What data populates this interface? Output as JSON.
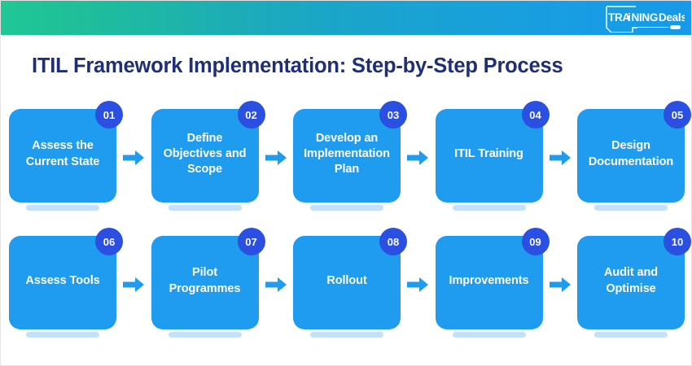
{
  "header": {
    "gradient_from": "#20c795",
    "gradient_to": "#169ae9",
    "logo": {
      "icon_name": "training-deals-logo",
      "text_bold": "TRAiNING",
      "text_light": "Deals",
      "color": "#ffffff"
    }
  },
  "title": {
    "text": "ITIL Framework Implementation: Step-by-Step Process",
    "color": "#1f2f77"
  },
  "theme": {
    "card_bg": "#1f9bef",
    "badge_bg": "#2b4fe0",
    "card_text": "#ffffff",
    "shadow_bar": "#c3e1fa",
    "arrow_color": "#1f9bef",
    "page_bg": "#ffffff"
  },
  "process": {
    "arrow_icon_name": "arrow-right-icon",
    "rows": [
      {
        "steps": [
          {
            "number": "01",
            "label": "Assess the Current State"
          },
          {
            "number": "02",
            "label": "Define Objectives and Scope"
          },
          {
            "number": "03",
            "label": "Develop an Implementation Plan"
          },
          {
            "number": "04",
            "label": "ITIL Training"
          },
          {
            "number": "05",
            "label": "Design Documentation"
          }
        ]
      },
      {
        "steps": [
          {
            "number": "06",
            "label": "Assess Tools"
          },
          {
            "number": "07",
            "label": "Pilot Programmes"
          },
          {
            "number": "08",
            "label": "Rollout"
          },
          {
            "number": "09",
            "label": "Improvements"
          },
          {
            "number": "10",
            "label": "Audit and Optimise"
          }
        ]
      }
    ]
  }
}
